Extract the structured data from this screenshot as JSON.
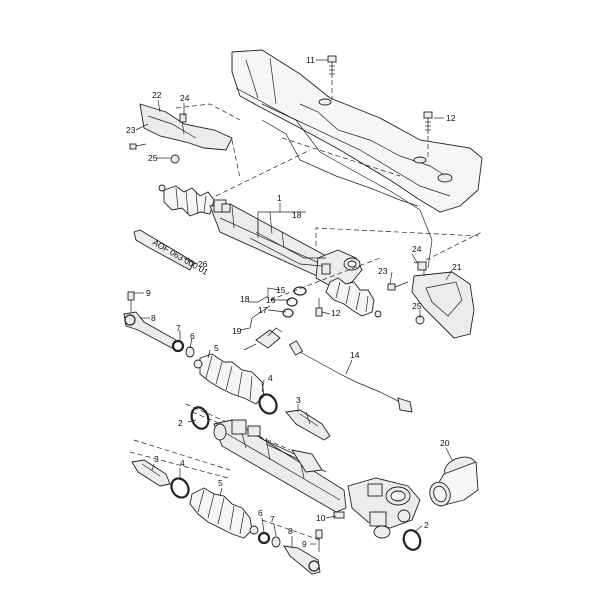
{
  "diagram": {
    "callouts": [
      "1",
      "2",
      "3",
      "4",
      "5",
      "6",
      "7",
      "8",
      "9",
      "10",
      "11",
      "12",
      "14",
      "15",
      "16",
      "17",
      "18",
      "19",
      "20",
      "21",
      "22",
      "23",
      "24",
      "25",
      "26"
    ],
    "tube_label": "AOF 063 000 01"
  }
}
